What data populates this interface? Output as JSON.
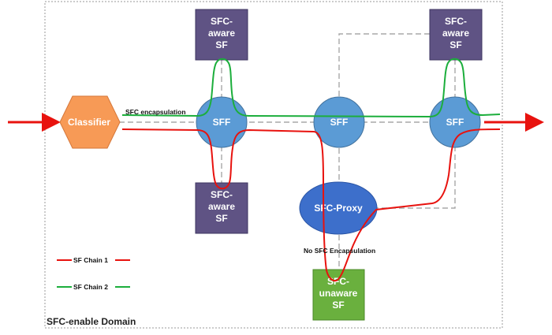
{
  "domain": {
    "label": "SFC-enable Domain"
  },
  "classifier": {
    "label": "Classifier"
  },
  "sff_nodes": [
    {
      "label": "SFF"
    },
    {
      "label": "SFF"
    },
    {
      "label": "SFF"
    }
  ],
  "sfc_aware_sfs": [
    {
      "lines": [
        "SFC-",
        "aware",
        "SF"
      ]
    },
    {
      "lines": [
        "SFC-",
        "aware",
        "SF"
      ]
    },
    {
      "lines": [
        "SFC-",
        "aware",
        "SF"
      ]
    }
  ],
  "sfc_proxy": {
    "label": "SFC-Proxy"
  },
  "sfc_unaware_sf": {
    "lines": [
      "SFC-",
      "unaware",
      "SF"
    ]
  },
  "annotations": {
    "sfc_encapsulation": "SFC encapsulation",
    "no_sfc_encapsulation": "No SFC Encapsulation"
  },
  "legend": {
    "chain1": {
      "label": "SF Chain 1",
      "color": "#e8120e"
    },
    "chain2": {
      "label": "SF Chain 2",
      "color": "#1cae3c"
    }
  },
  "colors": {
    "sff": "#5b9bd5",
    "sfc_aware": "#5f5384",
    "sfc_proxy": "#3d6fcb",
    "sfc_unaware": "#6ab03e",
    "classifier": "#f79a56",
    "arrow": "#e8120e",
    "dashed": "#a8a8a8"
  }
}
